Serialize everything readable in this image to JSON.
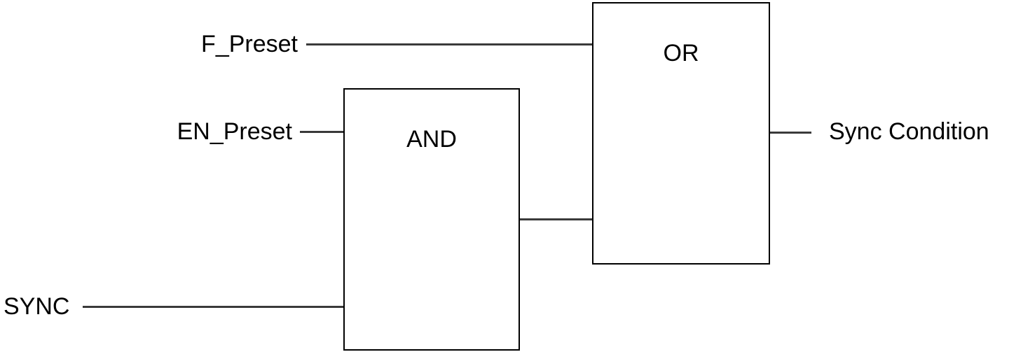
{
  "diagram": {
    "title": "sync-condition-logic",
    "type": "logic-block-diagram",
    "colors": {
      "background": "#ffffff",
      "wire": "#3a3a3a",
      "box_border": "#000000",
      "text": "#000000"
    },
    "gates": {
      "and_gate": {
        "label": "AND"
      },
      "or_gate": {
        "label": "OR"
      }
    },
    "inputs": {
      "f_preset": {
        "label": "F_Preset",
        "connects_to": "OR"
      },
      "en_preset": {
        "label": "EN_Preset",
        "connects_to": "AND"
      },
      "sync": {
        "label": "SYNC",
        "connects_to": "AND"
      }
    },
    "output": {
      "label": "Sync Condition",
      "from": "OR"
    },
    "connections": [
      {
        "from": "F_Preset",
        "to": "OR"
      },
      {
        "from": "EN_Preset",
        "to": "AND"
      },
      {
        "from": "SYNC",
        "to": "AND"
      },
      {
        "from": "AND",
        "to": "OR"
      },
      {
        "from": "OR",
        "to": "Sync Condition"
      }
    ]
  }
}
